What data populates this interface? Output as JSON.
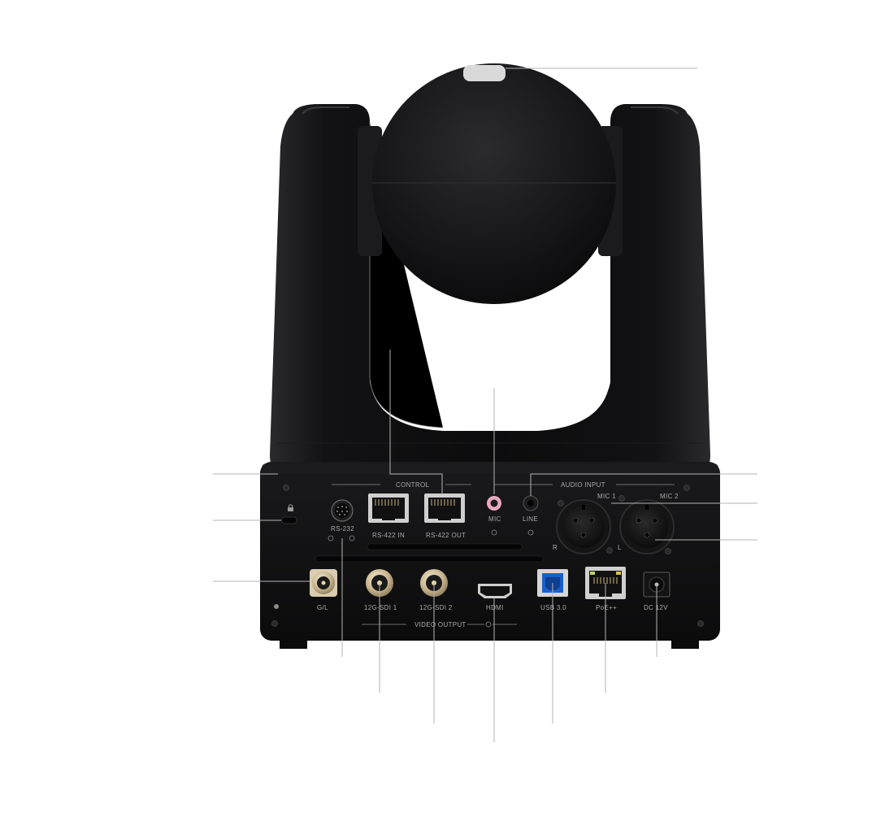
{
  "panel": {
    "control_group": "CONTROL",
    "audio_group": "AUDIO INPUT",
    "video_group": "VIDEO OUTPUT"
  },
  "connectors": {
    "rs232": "RS-232",
    "rs422_in": "RS-422 IN",
    "rs422_out": "RS-422 OUT",
    "mic": "MIC",
    "line": "LINE",
    "mic1": "MIC 1",
    "mic2": "MIC 2",
    "mic1_side": "R",
    "mic2_side": "L",
    "gl": "G/L",
    "sdi1": "12G-SDI 1",
    "sdi2": "12G-SDI 2",
    "hdmi": "HDMI",
    "usb": "USB 3.0",
    "poe": "PoE++",
    "dc": "DC 12V"
  },
  "colors": {
    "body": "#0f0f10",
    "usb_port": "#1a5fc9",
    "mic_jack": "#e8a9c0",
    "lead_line": "#b4b4b4",
    "panel_text": "#a9a9a9"
  },
  "icons": {
    "lock": "padlock-icon"
  }
}
